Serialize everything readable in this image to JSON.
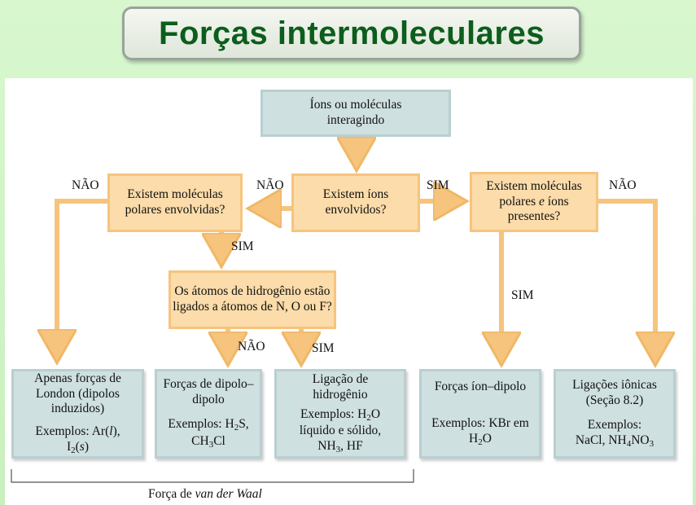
{
  "title": "Forças intermoleculares",
  "nodes": {
    "start": "Íons ou moléculas interagindo",
    "q_ions": "Existem íons envolvidos?",
    "q_polar": "Existem moléculas polares envolvidas?",
    "q_polar_ions_a": "Existem moléculas polares",
    "q_polar_ions_e": "e",
    "q_polar_ions_b": "íons presentes?",
    "q_hydrogen": "Os átomos de hidrogênio estão ligados a átomos de N, O ou F?"
  },
  "edge_labels": {
    "nao_left": "NÃO",
    "nao_mid": "NÃO",
    "sim_right": "SIM",
    "nao_right": "NÃO",
    "sim_polar": "SIM",
    "nao_h": "NÃO",
    "sim_h": "SIM",
    "sim_ion_dipole": "SIM"
  },
  "results": {
    "london": {
      "title": "Apenas forças de London (dipolos induzidos)",
      "examples_label": "Exemplos:",
      "ex1_pre": "Ar(",
      "ex1_it": "l",
      "ex1_post": "),",
      "ex2_a": "I",
      "ex2_sub": "2",
      "ex2_b": "(",
      "ex2_it": "s",
      "ex2_c": ")"
    },
    "dipole": {
      "title": "Forças de dipolo–dipolo",
      "examples_label": "Exemplos: H",
      "h2s_sub": "2",
      "h2s_post": "S,",
      "ch3cl_a": "CH",
      "ch3cl_sub": "3",
      "ch3cl_b": "Cl"
    },
    "hbond": {
      "title": "Ligação de hidrogênio",
      "examples_label": "Exemplos: H",
      "h2o_sub": "2",
      "h2o_post": "O",
      "line2": "líquido e sólido,",
      "nh3_a": "NH",
      "nh3_sub": "3",
      "nh3_b": ", HF"
    },
    "ion_dipole": {
      "title": "Forças íon–dipolo",
      "examples": "Exemplos: KBr em",
      "h2o_a": "H",
      "h2o_sub": "2",
      "h2o_b": "O"
    },
    "ionic": {
      "title": "Ligações iônicas (Seção 8.2)",
      "examples_label": "Exemplos:",
      "ex_a": "NaCl, NH",
      "ex_sub": "4",
      "ex_b": "NO",
      "ex_sub2": "3"
    }
  },
  "bracket_label_a": "Força de ",
  "bracket_label_it": "van der Waal",
  "colors": {
    "background": "#c8f0bd",
    "title_text": "#0b5e1b",
    "question_fill": "#fbdcaa",
    "result_fill": "#cfe0e0",
    "arrow": "#f6c47d"
  }
}
